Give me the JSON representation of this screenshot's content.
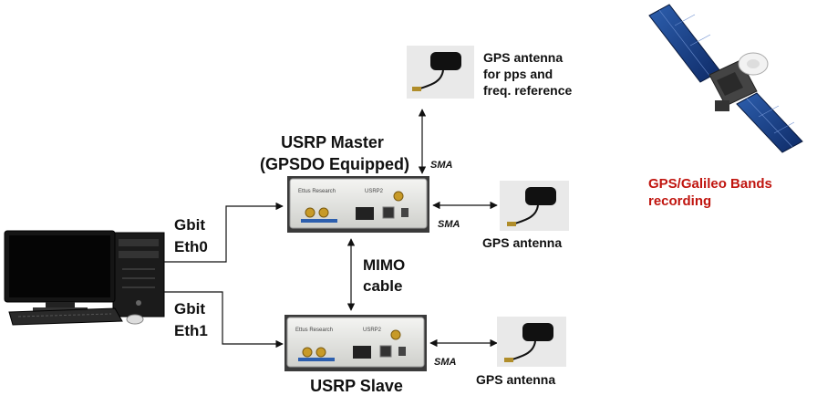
{
  "gps_ref_antenna": {
    "lines": [
      "GPS antenna",
      "for pps and",
      "freq. reference"
    ]
  },
  "usrp_master": {
    "lines": [
      "USRP Master",
      "(GPSDO Equipped)"
    ],
    "brand": "Ettus Research",
    "model": "USRP2"
  },
  "usrp_slave": {
    "label": "USRP Slave",
    "brand": "Ettus Research",
    "model": "USRP2"
  },
  "links": {
    "eth0": [
      "Gbit",
      "Eth0"
    ],
    "eth1": [
      "Gbit",
      "Eth1"
    ],
    "mimo": [
      "MIMO",
      "cable"
    ],
    "sma_ref": "SMA",
    "sma_master": "SMA",
    "sma_slave": "SMA"
  },
  "gps_antenna_master": {
    "label": "GPS antenna"
  },
  "gps_antenna_slave": {
    "label": "GPS antenna"
  },
  "satellite": {
    "lines": [
      "GPS/Galileo Bands",
      "recording"
    ],
    "color": "#c0150f"
  }
}
